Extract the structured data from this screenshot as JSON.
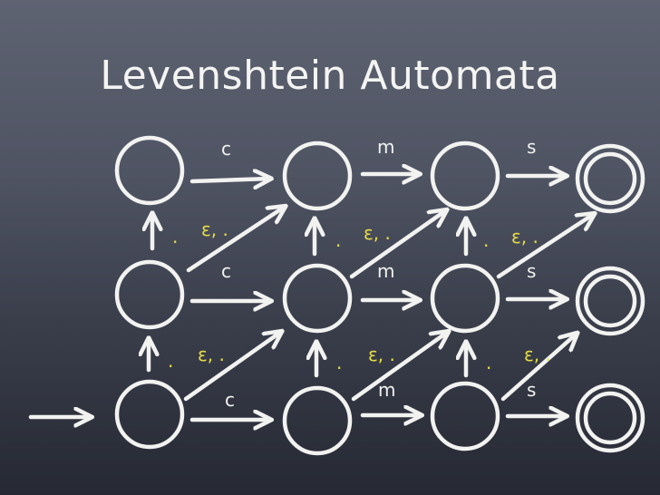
{
  "slide": {
    "title": "Levenshtein Automata"
  },
  "colors": {
    "chalk": "#f2f2f0",
    "accent_yellow": "#e6dd45",
    "board_top": "#5e6372",
    "board_bottom": "#262933"
  },
  "automaton": {
    "columns": 4,
    "rows": 3,
    "start_arrow": "start-state-arrow",
    "states": [
      {
        "id": "r0c0",
        "accepting": false
      },
      {
        "id": "r0c1",
        "accepting": false
      },
      {
        "id": "r0c2",
        "accepting": false
      },
      {
        "id": "r0c3",
        "accepting": true
      },
      {
        "id": "r1c0",
        "accepting": false
      },
      {
        "id": "r1c1",
        "accepting": false
      },
      {
        "id": "r1c2",
        "accepting": false
      },
      {
        "id": "r1c3",
        "accepting": true
      },
      {
        "id": "r2c0",
        "accepting": false
      },
      {
        "id": "r2c1",
        "accepting": false
      },
      {
        "id": "r2c2",
        "accepting": false
      },
      {
        "id": "r2c3",
        "accepting": true
      }
    ],
    "horizontal_labels": {
      "row0": [
        "c",
        "m",
        "s"
      ],
      "row1": [
        "c",
        "m",
        "s"
      ],
      "row2": [
        "c",
        "m",
        "s"
      ]
    },
    "vertical_label": ".",
    "diagonal_label": "ε, .",
    "diagonal_labels": {
      "row0": [
        "ε, .",
        "ε, .",
        "ε, ."
      ],
      "row1": [
        "ε, .",
        "ε, .",
        "ε, ."
      ]
    },
    "vertical_labels": {
      "row0": [
        ".",
        ".",
        "."
      ],
      "row1": [
        ".",
        ".",
        "."
      ]
    }
  }
}
